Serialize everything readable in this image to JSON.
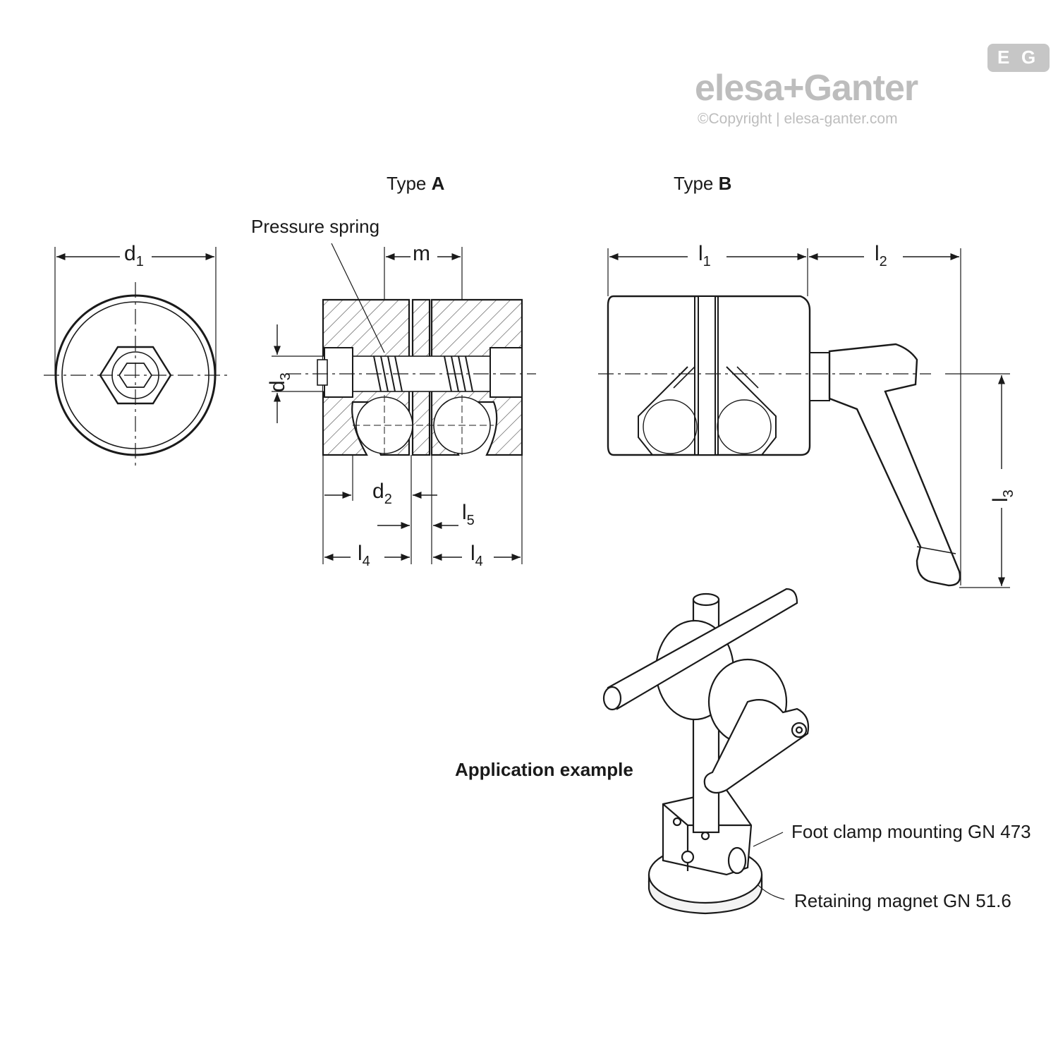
{
  "brand": {
    "logo_text": "elesa+Ganter",
    "copyright": "©Copyright | elesa-ganter.com",
    "badge_left": "E",
    "badge_right": "G"
  },
  "labels": {
    "type_a_prefix": "Type ",
    "type_a_letter": "A",
    "type_b_prefix": "Type ",
    "type_b_letter": "B",
    "pressure_spring": "Pressure spring",
    "application_example": "Application example",
    "foot_clamp": "Foot clamp mounting GN 473",
    "retaining_magnet": "Retaining magnet GN 51.6"
  },
  "dimensions": {
    "d1": {
      "base": "d",
      "sub": "1"
    },
    "d2": {
      "base": "d",
      "sub": "2"
    },
    "d3": {
      "base": "d",
      "sub": "3"
    },
    "m": {
      "base": "m",
      "sub": ""
    },
    "l1": {
      "base": "l",
      "sub": "1"
    },
    "l2": {
      "base": "l",
      "sub": "2"
    },
    "l3": {
      "base": "l",
      "sub": "3"
    },
    "l4a": {
      "base": "l",
      "sub": "4"
    },
    "l4b": {
      "base": "l",
      "sub": "4"
    },
    "l5": {
      "base": "l",
      "sub": "5"
    }
  },
  "colors": {
    "line": "#1a1a1a",
    "hatch": "#555555",
    "brand_grey": "#bdbdbd"
  }
}
